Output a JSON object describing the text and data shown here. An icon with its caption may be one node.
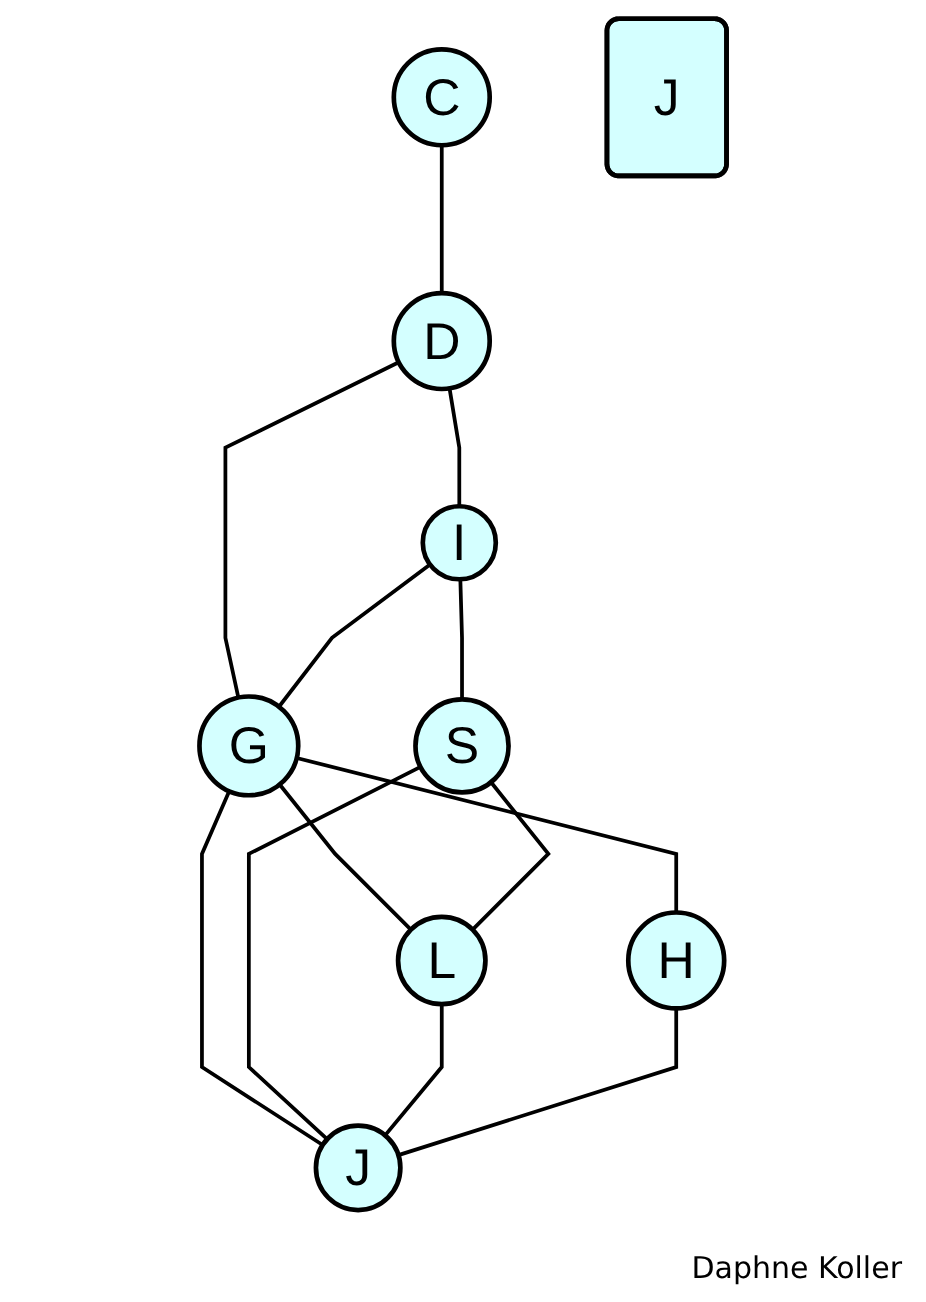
{
  "diagram": {
    "nodes": [
      {
        "text": [
          "C"
        ]
      },
      {
        "text": [
          "D"
        ]
      },
      {
        "text": [
          "I"
        ]
      },
      {
        "text": [
          "G"
        ]
      },
      {
        "text": [
          "S"
        ]
      },
      {
        "text": [
          "J"
        ]
      },
      {
        "text": [
          "L"
        ]
      },
      {
        "text": [
          "J"
        ]
      },
      {
        "text": [
          "H"
        ]
      }
    ],
    "edges": [
      {
        "from": 0,
        "to": 1,
        "arrow": "none"
      },
      {
        "from": 1,
        "to": 2,
        "arrow": "none"
      },
      {
        "from": 1,
        "to": 3,
        "arrow": "none"
      },
      {
        "from": 2,
        "to": 3,
        "arrow": "none"
      },
      {
        "from": 2,
        "to": 4,
        "arrow": "none"
      },
      {
        "from": 3,
        "to": 6,
        "arrow": "none"
      },
      {
        "from": 3,
        "to": 8,
        "arrow": "none"
      },
      {
        "from": 3,
        "to": 7,
        "arrow": "none"
      },
      {
        "from": 4,
        "to": 6,
        "arrow": "none"
      },
      {
        "from": 4,
        "to": 7,
        "arrow": "none"
      },
      {
        "from": 6,
        "to": 7,
        "arrow": "none"
      },
      {
        "from": 8,
        "to": 7,
        "arrow": "none"
      }
    ],
    "labels": [
      "Daphne Koller"
    ]
  }
}
